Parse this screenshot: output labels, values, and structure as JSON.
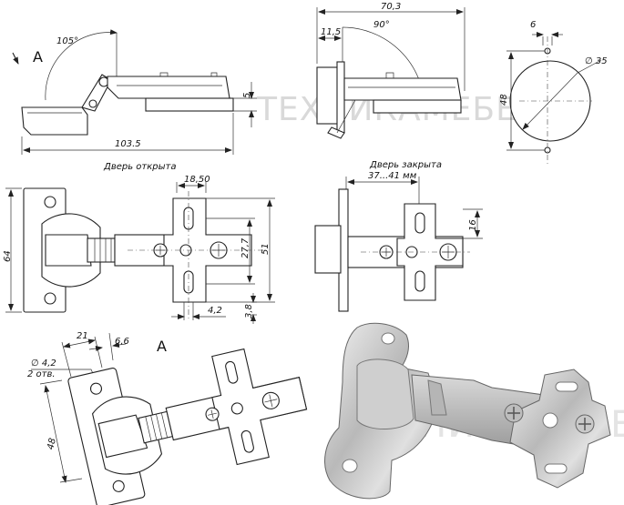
{
  "watermark": "ТЕХНИКАМЕБЕЛИ",
  "views": {
    "side_open": {
      "view_label": "A",
      "angle": "105°",
      "dim_length": "103.5",
      "dim_thickness": "5",
      "caption": "Дверь открыта"
    },
    "side_closed": {
      "dim_total": "70,3",
      "dim_offset": "11,5",
      "angle": "90°"
    },
    "cup": {
      "dim_diameter": "∅ 35",
      "dim_offset": "6",
      "dim_spacing": "48"
    },
    "top_open": {
      "dim_width": "18,50",
      "dim_height": "64",
      "dim_mid": "27,7",
      "dim_total": "51",
      "dim_small": "3,8",
      "dim_bottom": "4,2"
    },
    "top_closed": {
      "caption": "Дверь закрыта",
      "dim_range": "37...41 мм",
      "dim_side": "16"
    },
    "detail_a": {
      "view_label": "A",
      "dim_hole": "∅ 4,2",
      "dim_hole_count": "2 отв.",
      "dim_a": "21",
      "dim_b": "6,6",
      "dim_spacing": "48"
    }
  }
}
